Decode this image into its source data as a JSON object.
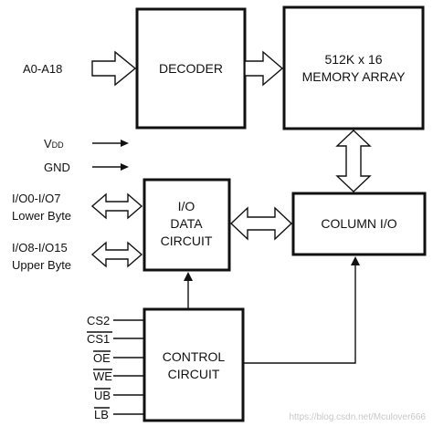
{
  "blocks": {
    "decoder": {
      "lines": [
        "DECODER"
      ]
    },
    "memory_array": {
      "lines": [
        "512K x 16",
        "MEMORY ARRAY"
      ]
    },
    "io_data": {
      "lines": [
        "I/O",
        "DATA",
        "CIRCUIT"
      ]
    },
    "column_io": {
      "lines": [
        "COLUMN I/O"
      ]
    },
    "control": {
      "lines": [
        "CONTROL",
        "CIRCUIT"
      ]
    }
  },
  "signals": {
    "address": "A0-A18",
    "vdd_main": "V",
    "vdd_sub": "DD",
    "gnd": "GND",
    "lower_bus": "I/O0-I/O7",
    "lower_byte": "Lower Byte",
    "upper_bus": "I/O8-I/O15",
    "upper_byte": "Upper Byte"
  },
  "control_pins": [
    {
      "label": "CS2",
      "overbar": false
    },
    {
      "label": "CS1",
      "overbar": true
    },
    {
      "label": "OE",
      "overbar": true
    },
    {
      "label": "WE",
      "overbar": true
    },
    {
      "label": "UB",
      "overbar": true
    },
    {
      "label": "LB",
      "overbar": true
    }
  ],
  "watermark": "https://blog.csdn.net/Mculover666",
  "colors": {
    "ink": "#111111",
    "background": "#ffffff",
    "watermark": "#c8c8c8"
  }
}
